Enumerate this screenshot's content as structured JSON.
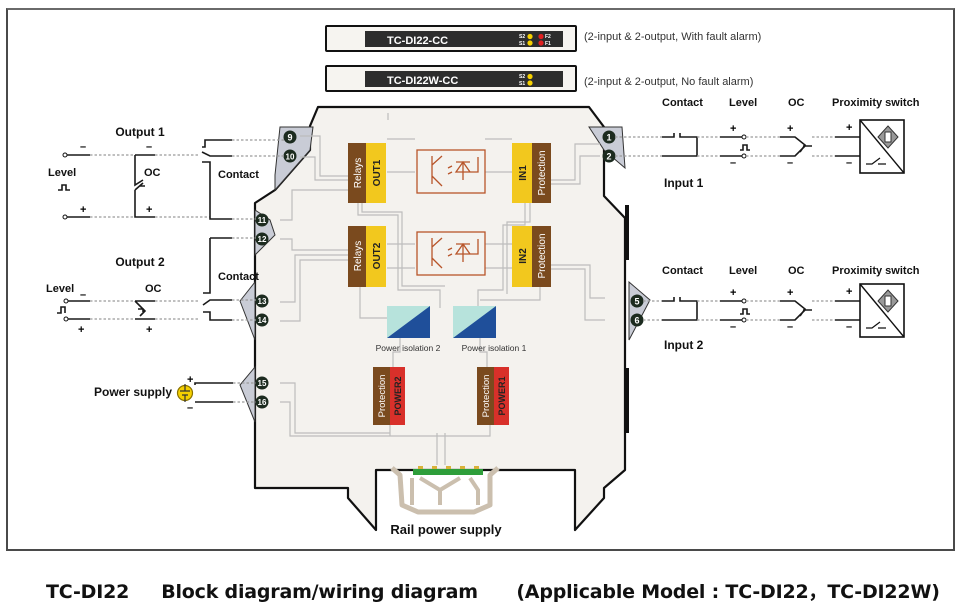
{
  "models": [
    {
      "name": "TC-DI22-CC",
      "leds": [
        "S2",
        "S1",
        "F2",
        "F1"
      ],
      "description": "(2-input & 2-output, With fault alarm)"
    },
    {
      "name": "TC-DI22W-CC",
      "leds": [
        "S2",
        "S1"
      ],
      "description": "(2-input & 2-output, No fault alarm)"
    }
  ],
  "colors": {
    "relay_brown": "#7a4a1e",
    "yellow": "#f2c81e",
    "power_red": "#d8302a",
    "opto_orange": "#b8552a",
    "isolation_light": "#b7e3dc",
    "isolation_dark": "#1f4f9a",
    "terminal_dark": "#1c2b1f",
    "housing_fill": "#f4f2ee",
    "led_yellow": "#f5d000",
    "led_red": "#e02020"
  },
  "left": {
    "output1": {
      "title": "Output 1",
      "level": "Level",
      "oc": "OC",
      "contact": "Contact",
      "minus": "–",
      "plus": "+"
    },
    "output2": {
      "title": "Output 2",
      "level": "Level",
      "oc": "OC",
      "contact": "Contact",
      "minus": "–",
      "plus": "+"
    },
    "power": {
      "label": "Power supply",
      "plus": "+",
      "minus": "–"
    }
  },
  "right": {
    "input1": {
      "title": "Input 1",
      "contact": "Contact",
      "level": "Level",
      "oc": "OC",
      "proximity": "Proximity switch",
      "plus": "+",
      "minus": "–"
    },
    "input2": {
      "title": "Input 2",
      "contact": "Contact",
      "level": "Level",
      "oc": "OC",
      "proximity": "Proximity switch",
      "plus": "+",
      "minus": "–"
    }
  },
  "terminals": {
    "t9": "9",
    "t10": "10",
    "t11": "11",
    "t12": "12",
    "t13": "13",
    "t14": "14",
    "t15": "15",
    "t16": "16",
    "t1": "1",
    "t2": "2",
    "t5": "5",
    "t6": "6"
  },
  "blocks": {
    "relays1": "Relays",
    "out1": "OUT1",
    "relays2": "Relays",
    "out2": "OUT2",
    "in1": "IN1",
    "prot_in1": "Protection",
    "in2": "IN2",
    "prot_in2": "Protection",
    "iso2": "Power isolation 2",
    "iso1": "Power isolation 1",
    "prot_p2": "Protection",
    "power2": "POWER2",
    "prot_p1": "Protection",
    "power1": "POWER1"
  },
  "rail": {
    "label": "Rail power supply"
  },
  "caption": {
    "model": "TC-DI22",
    "title": "Block diagram/wiring diagram",
    "applicable": "(Applicable Model : TC-DI22，TC-DI22W)"
  }
}
